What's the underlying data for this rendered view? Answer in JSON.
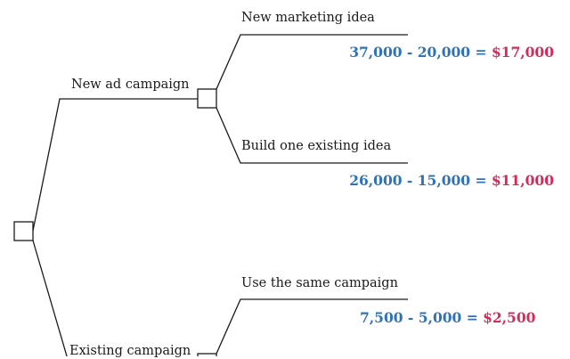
{
  "colors": {
    "line": "#1a1a1a",
    "calculation": "#2e73b8",
    "result": "#d62a5a"
  },
  "branches": {
    "new_ad_campaign": "New ad campaign",
    "existing_campaign": "Existing campaign"
  },
  "outcomes": [
    {
      "label": "New marketing idea",
      "calculation": "37,000 - 20,000 =",
      "result": "$17,000"
    },
    {
      "label": "Build one existing idea",
      "calculation": "26,000 - 15,000 =",
      "result": "$11,000"
    },
    {
      "label": "Use the same campaign",
      "calculation": "7,500 - 5,000 =",
      "result": "$2,500"
    }
  ]
}
